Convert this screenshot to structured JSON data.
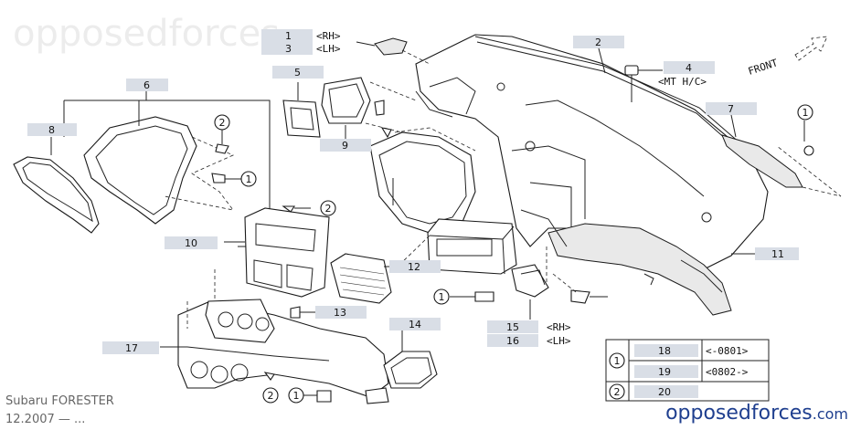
{
  "watermark": "opposedforces",
  "footer": {
    "model": "Subaru FORESTER",
    "date_range": "12.2007 — ...",
    "brand_main": "opposed",
    "brand_accent": "forces",
    "brand_tld": ".com"
  },
  "front_label": "FRONT",
  "callouts": {
    "c1": "1",
    "c2": "2",
    "c3": "3",
    "c4": "4",
    "c5": "5",
    "c6": "6",
    "c7": "7",
    "c8": "8",
    "c9": "9",
    "c10": "10",
    "c11": "11",
    "c12": "12",
    "c13": "13",
    "c14": "14",
    "c15": "15",
    "c16": "16",
    "c17": "17"
  },
  "side_notes": {
    "rh_1": "<RH>",
    "lh_3": "<LH>",
    "mt_hc_4": "<MT H/C>",
    "rh_15": "<RH>",
    "lh_16": "<LH>"
  },
  "circle_refs": {
    "one": "1",
    "two": "2"
  },
  "legend": {
    "rows": [
      {
        "symbol": "1",
        "part": "18",
        "range": "<-0801>"
      },
      {
        "symbol": "",
        "part": "19",
        "range": "<0802->"
      },
      {
        "symbol": "2",
        "part": "20",
        "range": ""
      }
    ]
  },
  "colors": {
    "label_box": "#d9dee6",
    "brand_blue": "#1f3f8f"
  }
}
